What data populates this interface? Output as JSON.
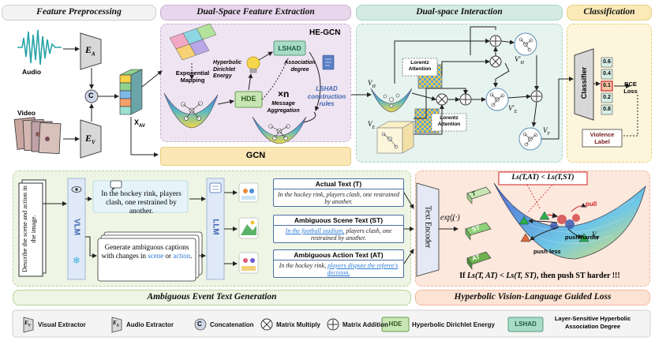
{
  "sections": {
    "feature_preprocessing": "Feature Preprocessing",
    "dual_space_extraction": "Dual-Space Feature Extraction",
    "dual_space_interaction": "Dual-space Interaction",
    "classification": "Classification",
    "ambiguous_text_generation": "Ambiguous Event Text Generation",
    "hyperbolic_loss": "Hyperbolic Vision-Language Guided Loss"
  },
  "preprocessing": {
    "audio_label": "Audio",
    "video_label": "Video",
    "ea": "E",
    "ea_sub": "A",
    "ev": "E",
    "ev_sub": "V",
    "concat": "C",
    "xav": "X",
    "xav_sub": "AV"
  },
  "extraction": {
    "he_gcn": "HE-GCN",
    "exp_mapping": "Exponential Mapping",
    "hde_energy": "Hyperbolic Dirichlet Energy",
    "lshad": "LSHAD",
    "assoc": "Association degree",
    "hde": "HDE",
    "times_n": "×n",
    "msg_agg": "Message Aggregation",
    "lshad_rules": "LSHAD construction rules",
    "gcn": "GCN"
  },
  "interaction": {
    "vh": "V",
    "vh_sub": "H",
    "ve": "V",
    "ve_sub": "E",
    "vh_prime": "V'",
    "vh_prime_sub": "H",
    "ve_prime": "V'",
    "ve_prime_sub": "E",
    "vf": "V",
    "vf_sub": "F",
    "lorentz1": "Lorentz Attention",
    "lorentz2": "Lorentz Attention"
  },
  "classification": {
    "classifier": "Classifier",
    "scores": [
      "0.6",
      "0.4",
      "0.1",
      "0.2",
      "0.8"
    ],
    "bce": "BCE Loss",
    "violence_label": "Violence Label"
  },
  "text_gen": {
    "describe": "Describe the scene and action in the image.",
    "vlm": "VLM",
    "llm": "LLM",
    "hockey": "In the hockey rink, players clash, one restrained by another.",
    "gen_prompt_a": "Generate ambiguous captions with changes in ",
    "gen_scene": "scene",
    "gen_or": " or ",
    "gen_action": "action",
    "gen_end": ".",
    "actual_title": "Actual Text (T)",
    "actual_body": "In the hockey rink, players clash, one restrained by another.",
    "scene_title": "Ambiguous Scene Text (ST)",
    "scene_link": "In the football stadium,",
    "scene_rest": " players clash, one restrained by another.",
    "action_title": "Ambiguous Action Text (AT)",
    "action_pre": "In the hockey rink, ",
    "action_link": "players dispute the referee's decision."
  },
  "loss": {
    "text_encoder": "Text Encoder",
    "exp_map": "exp",
    "exp_sup": "c",
    "exp_sub": "0",
    "exp_arg": "(·)",
    "ineq": "Ls(T,AT) < Ls(T,ST)",
    "t": "T",
    "st": "ST",
    "at": "AT",
    "pull": "pull",
    "push_harder": "push harder",
    "push_less": "push less",
    "vf": "V",
    "vf_sub": "F",
    "conclusion_pre": "If ",
    "conclusion_ineq": "Ls(T, AT) < Ls(T, ST)",
    "conclusion_mid": ", then push ",
    "conclusion_st": "ST",
    "conclusion_end": " harder !!!"
  },
  "legend": {
    "visual_extractor_sym": "E",
    "visual_extractor_sub": "V",
    "visual_extractor": "Visual Extractor",
    "audio_extractor_sym": "E",
    "audio_extractor_sub": "A",
    "audio_extractor": "Audio Extractor",
    "concat_sym": "C",
    "concat": "Concatenation",
    "mult": "Matrix Multiply",
    "add": "Matrix Addition",
    "hde_sym": "HDE",
    "hde": "Hyperbolic Dirichlet Energy",
    "lshad_sym": "LSHAD",
    "lshad": "Layer-Sensitive Hyperbolic Association Degree"
  },
  "colors": {
    "preprocess_bg": "#ffffff",
    "extraction_bg": "#efe4f2",
    "interaction_bg": "#e6f3ef",
    "classification_bg": "#fdf5dc",
    "textgen_bg": "#eef5e4",
    "loss_bg": "#fde8dd",
    "gcn_bg": "#fbe7b5",
    "hde_green": "#c8e6b4",
    "accent_blue": "#3f67b0"
  }
}
